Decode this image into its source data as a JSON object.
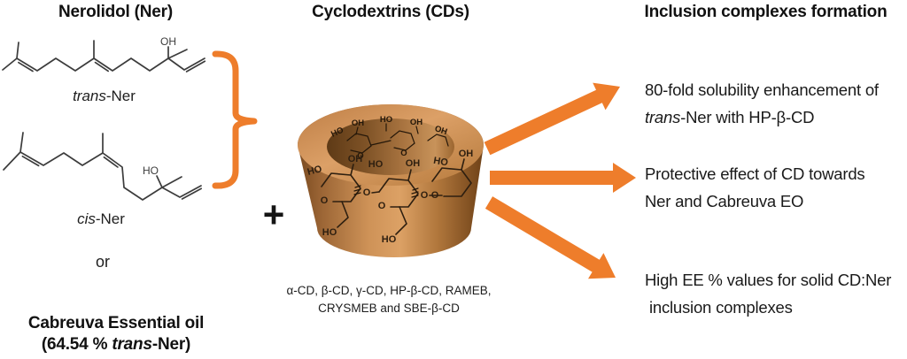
{
  "palette": {
    "accent_orange": "#EE7D2B",
    "text_dark": "#1A1A1A",
    "structure_gray": "#3C3C3C",
    "cup_body_light": "#DCA165",
    "cup_body_dark": "#6E4117",
    "cup_ink": "#2E1F10"
  },
  "left_column": {
    "title": "Nerolidol (Ner)",
    "trans_structure_label": {
      "italic": "trans",
      "rest": "-Ner"
    },
    "cis_structure_label": {
      "italic": "cis",
      "rest": "-Ner"
    },
    "or_text": "or",
    "cabreuva_title_line1": "Cabreuva Essential oil",
    "cabreuva_line2": {
      "pre": "(64.54 % ",
      "italic": "trans",
      "post": "-Ner)"
    }
  },
  "middle_column": {
    "title": "Cyclodextrins (CDs)",
    "plus_sign": "+",
    "cd_list_line1": "α-CD, β-CD, γ-CD, HP-β-CD, RAMEB,",
    "cd_list_line2": "CRYSMEB and SBE-β-CD"
  },
  "chem_labels": {
    "oh": "OH",
    "ho": "HO",
    "o": "O"
  },
  "right_column": {
    "title": "Inclusion complexes formation",
    "outcomes": [
      {
        "line1": "80-fold solubility enhancement of",
        "line2_italic": "trans",
        "line2_rest": "-Ner with HP-β-CD"
      },
      {
        "line1": "Protective effect of CD towards",
        "line2": "Ner and Cabreuva EO"
      },
      {
        "line1": "High EE % values for solid CD:Ner",
        "line2": " inclusion complexes"
      }
    ]
  }
}
